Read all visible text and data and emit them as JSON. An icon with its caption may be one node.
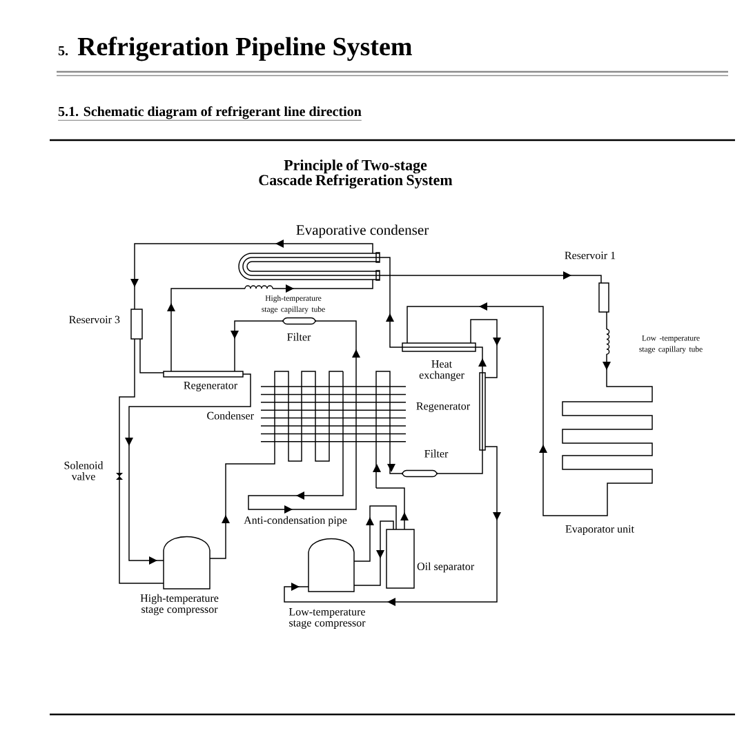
{
  "diagram": {
    "title": "Principle of Two-stage Cascade Refrigeration System",
    "labels": [
      "5.",
      "Refrigeration Pipeline System",
      "5.1. Schematic diagram of refrigerant line direction",
      "Evaporative condenser",
      "Reservoir 1",
      "High-temperature stage capillary tube",
      "Reservoir 3",
      "Filter",
      "Low -temperature stage capillary tube",
      "Heat exchanger",
      "Regenerator",
      "Regenerator",
      "Condenser",
      "Filter",
      "Solenoid valve",
      "Anti-condensation pipe",
      "Evaporator unit",
      "Oil separator",
      "High-temperature stage compressor",
      "Low-temperature stage compressor"
    ]
  }
}
